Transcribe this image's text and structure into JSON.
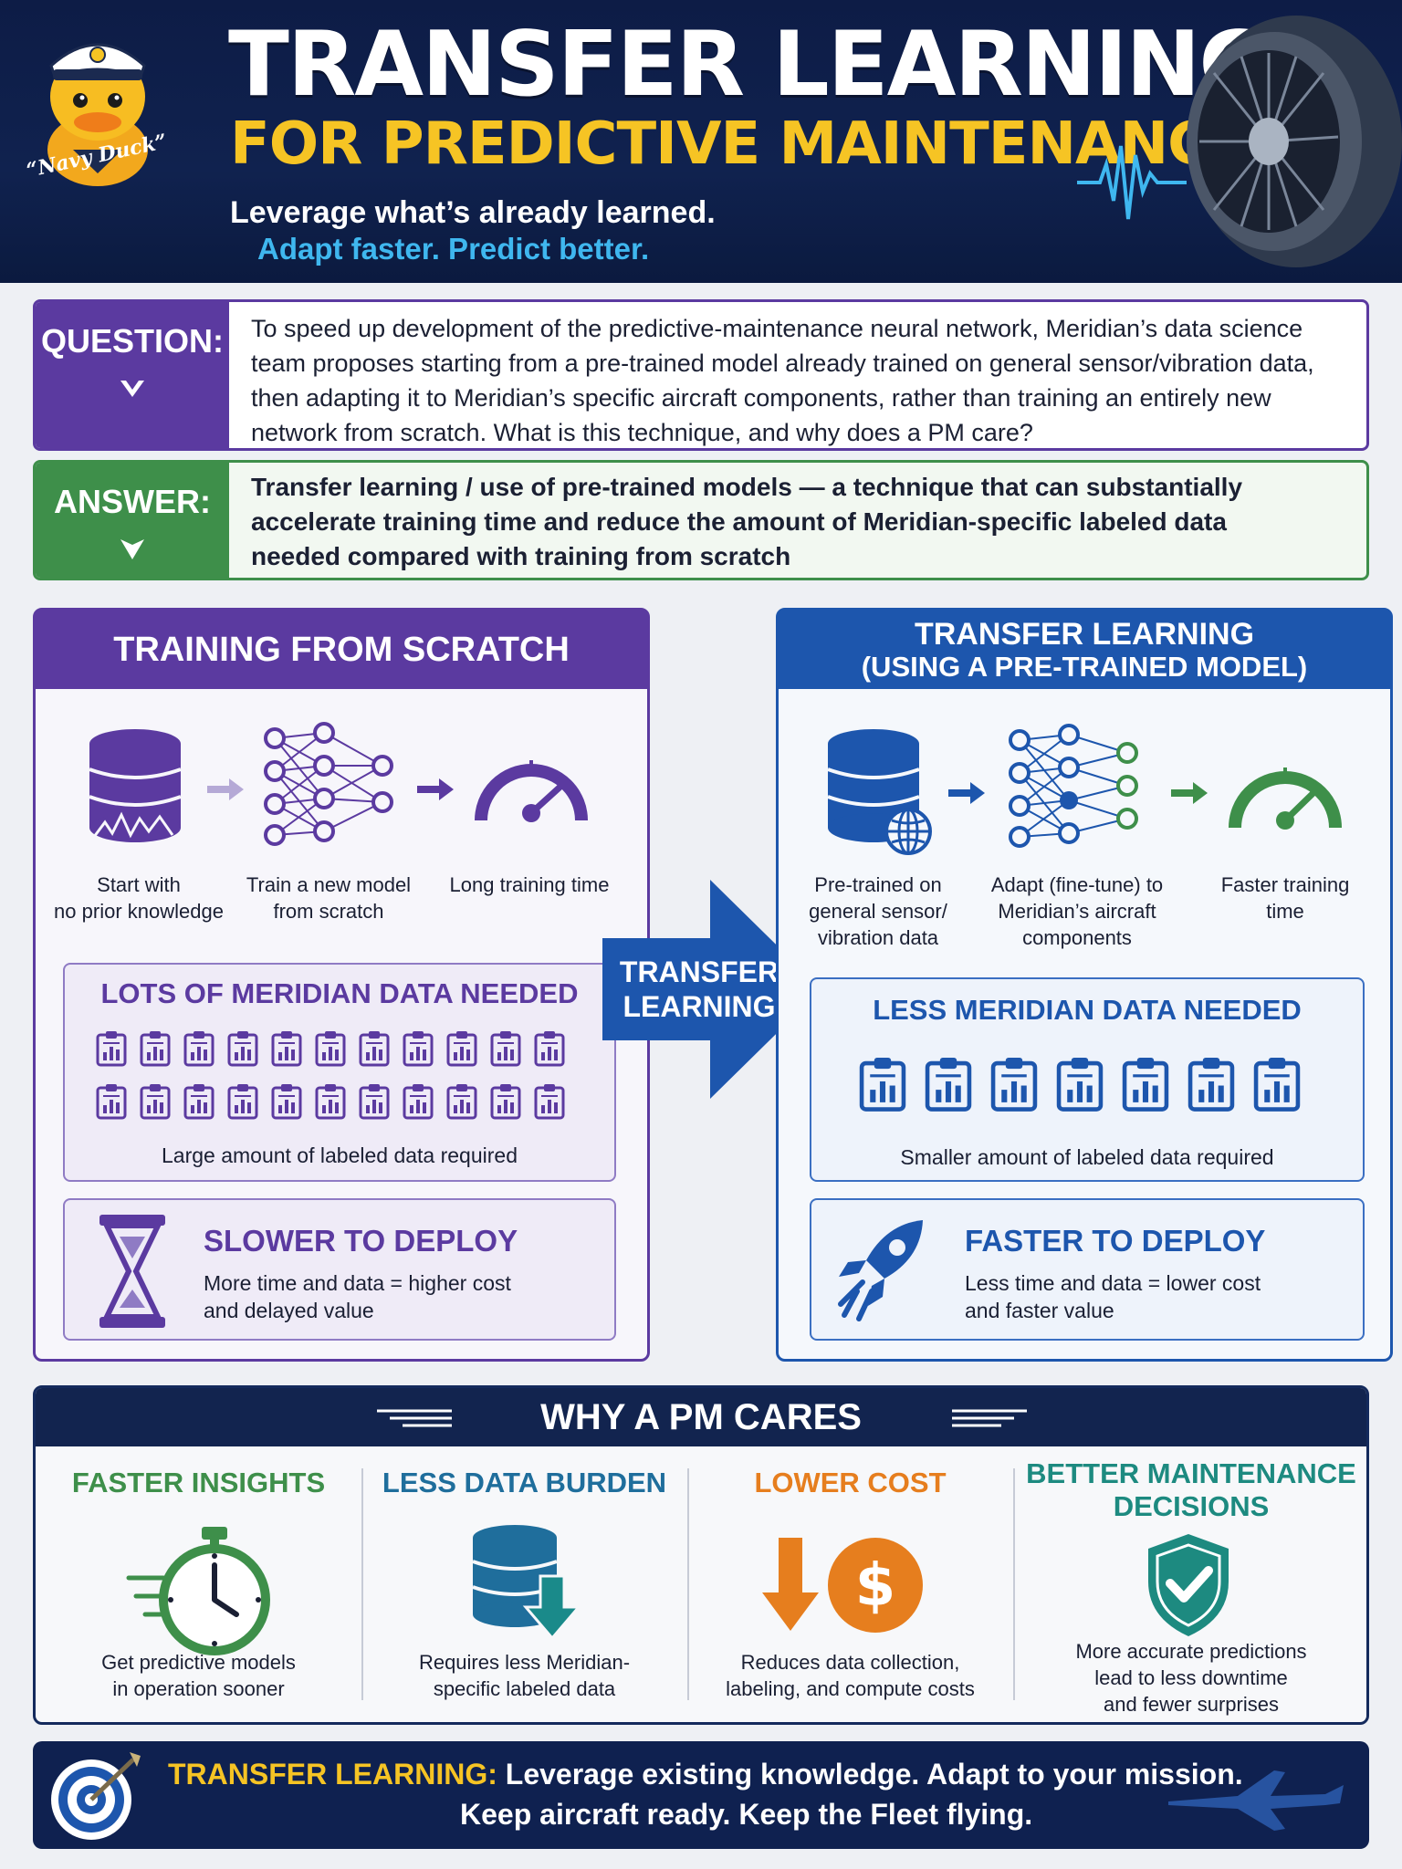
{
  "header": {
    "mascot_label": "“Navy Duck”",
    "title_line1": "TRANSFER LEARNING",
    "title_line2": "FOR PREDICTIVE MAINTENANCE",
    "tagline1": "Leverage what’s already learned.",
    "tagline2": "Adapt faster. Predict better."
  },
  "question": {
    "label": "QUESTION:",
    "text_lines": [
      "To speed up development of the predictive-maintenance neural network, Meridian’s data science",
      "team proposes starting from a pre-trained model already trained on general sensor/vibration data,",
      "then adapting it to Meridian’s specific aircraft components, rather than training an entirely new",
      "network from scratch. What is this technique, and why does a PM care?"
    ]
  },
  "answer": {
    "label": "ANSWER:",
    "text_lines": [
      "Transfer learning / use of pre-trained models — a technique that can substantially",
      "accelerate training time and reduce the amount of Meridian-specific labeled data",
      "needed compared with training from scratch"
    ]
  },
  "scratch": {
    "title": "TRAINING FROM SCRATCH",
    "steps": [
      {
        "line1": "Start with",
        "line2": "no prior knowledge"
      },
      {
        "line1": "Train a new model",
        "line2": "from scratch"
      },
      {
        "line1": "Long training time",
        "line2": ""
      }
    ],
    "data_title": "LOTS OF MERIDIAN DATA NEEDED",
    "data_desc": "Large amount of labeled data required",
    "deploy_title": "SLOWER TO DEPLOY",
    "deploy_line1": "More time and data = higher cost",
    "deploy_line2": "and delayed value"
  },
  "transfer_arrow": {
    "line1": "TRANSFER",
    "line2": "LEARNING"
  },
  "transfer": {
    "title_line1": "TRANSFER LEARNING",
    "title_line2": "(USING A PRE-TRAINED MODEL)",
    "steps": [
      {
        "line1": "Pre-trained on",
        "line2": "general sensor/",
        "line3": "vibration data"
      },
      {
        "line1": "Adapt (fine-tune) to",
        "line2": "Meridian’s aircraft",
        "line3": "components"
      },
      {
        "line1": "Faster training",
        "line2": "time",
        "line3": ""
      }
    ],
    "data_title": "LESS MERIDIAN DATA NEEDED",
    "data_desc": "Smaller amount of labeled data required",
    "deploy_title": "FASTER TO DEPLOY",
    "deploy_line1": "Less time and data = lower cost",
    "deploy_line2": "and faster value"
  },
  "why": {
    "title": "WHY A PM CARES",
    "items": [
      {
        "title_line1": "FASTER INSIGHTS",
        "title_line2": "",
        "desc_line1": "Get predictive models",
        "desc_line2": "in operation sooner",
        "desc_line3": "",
        "icon": "stopwatch-icon",
        "color": "#3e8f4a"
      },
      {
        "title_line1": "LESS DATA BURDEN",
        "title_line2": "",
        "desc_line1": "Requires less Meridian-",
        "desc_line2": "specific labeled data",
        "desc_line3": "",
        "icon": "database-down-icon",
        "color": "#1f6e9c"
      },
      {
        "title_line1": "LOWER COST",
        "title_line2": "",
        "desc_line1": "Reduces data collection,",
        "desc_line2": "labeling, and compute costs",
        "desc_line3": "",
        "icon": "dollar-down-icon",
        "color": "#e67e1e"
      },
      {
        "title_line1": "BETTER MAINTENANCE",
        "title_line2": "DECISIONS",
        "desc_line1": "More accurate predictions",
        "desc_line2": "lead to less downtime",
        "desc_line3": "and fewer surprises",
        "icon": "shield-check-icon",
        "color": "#1d8a80"
      }
    ]
  },
  "footer": {
    "lead": "TRANSFER LEARNING:",
    "line1": "Leverage existing knowledge. Adapt to your mission.",
    "line2": "Keep aircraft ready. Keep the Fleet flying."
  },
  "colors": {
    "navy": "#10224f",
    "purple": "#5b3aa0",
    "green": "#3e8f4a",
    "blue": "#1d56ad",
    "gold": "#f6c424",
    "cyan": "#3fb7ef",
    "orange": "#e67e1e",
    "teal": "#1d8a80"
  }
}
